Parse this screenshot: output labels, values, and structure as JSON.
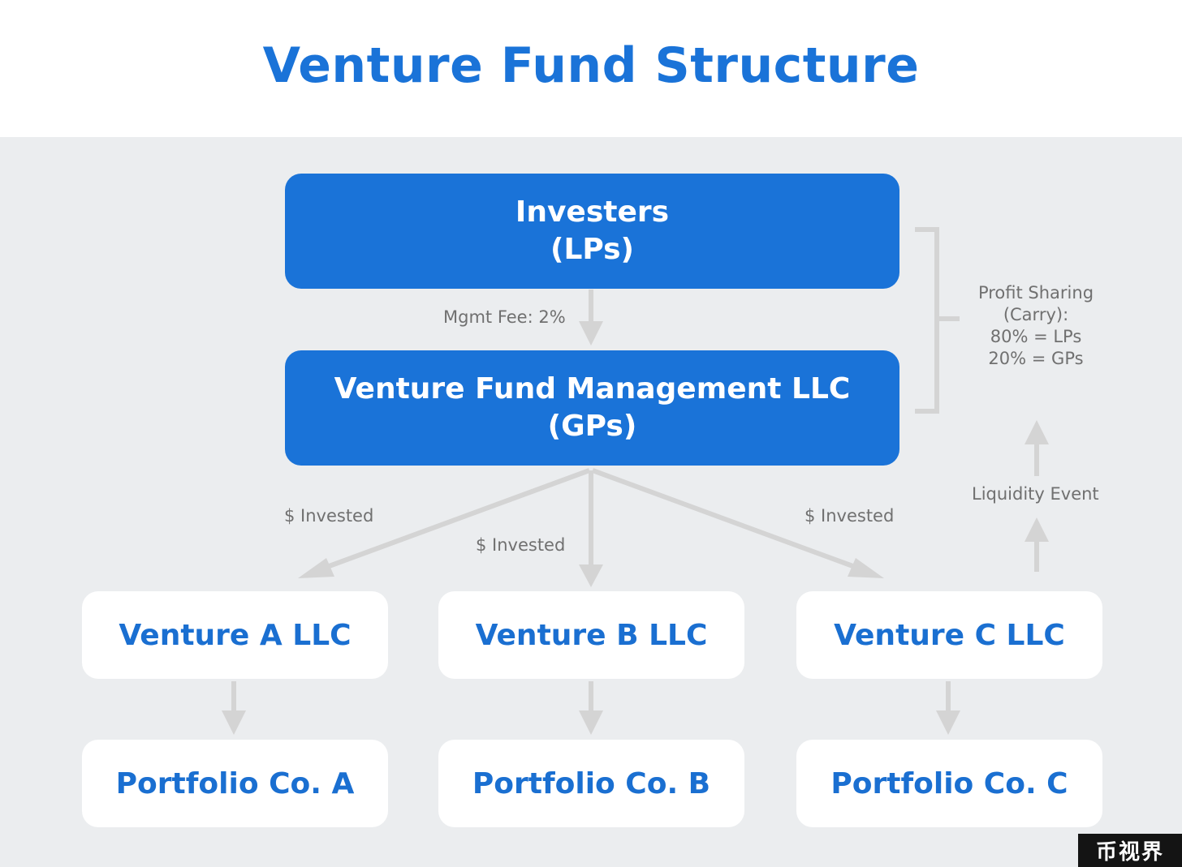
{
  "title": "Venture Fund Structure",
  "investors": {
    "line1": "Investers",
    "line2": "(LPs)"
  },
  "management": {
    "line1": "Venture Fund Management LLC",
    "line2": "(GPs)"
  },
  "labels": {
    "mgmt_fee": "Mgmt Fee: 2%",
    "invested_left": "$ Invested",
    "invested_center": "$ Invested",
    "invested_right": "$ Invested",
    "liquidity_event": "Liquidity Event"
  },
  "profit_sharing": {
    "line1": "Profit Sharing",
    "line2": "(Carry):",
    "line3": "80% = LPs",
    "line4": "20% = GPs"
  },
  "ventures": [
    "Venture A LLC",
    "Venture B LLC",
    "Venture C LLC"
  ],
  "portfolios": [
    "Portfolio Co. A",
    "Portfolio Co. B",
    "Portfolio Co. C"
  ],
  "watermark": "币视界",
  "colors": {
    "primary_blue": "#1a73d8",
    "background": "#ebedef",
    "arrow_gray": "#d4d4d4",
    "label_gray": "#707070"
  }
}
